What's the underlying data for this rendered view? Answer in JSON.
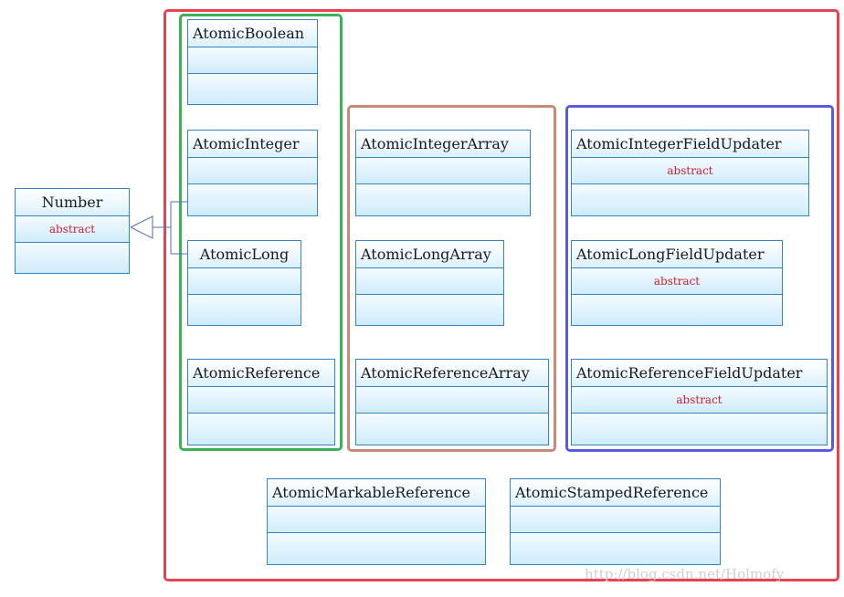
{
  "base_class": {
    "name": "Number",
    "stereotype": "abstract"
  },
  "groups": {
    "scalar": [
      "AtomicBoolean",
      "AtomicInteger",
      "AtomicLong",
      "AtomicReference"
    ],
    "arrays": [
      "AtomicIntegerArray",
      "AtomicLongArray",
      "AtomicReferenceArray"
    ],
    "field_updaters": [
      {
        "name": "AtomicIntegerFieldUpdater",
        "stereotype": "abstract"
      },
      {
        "name": "AtomicLongFieldUpdater",
        "stereotype": "abstract"
      },
      {
        "name": "AtomicReferenceFieldUpdater",
        "stereotype": "abstract"
      }
    ],
    "references": [
      "AtomicMarkableReference",
      "AtomicStampedReference"
    ]
  },
  "watermark": "http://blog.csdn.net/Holmofy",
  "colors": {
    "outer_border": "#e5434f",
    "scalar_border": "#3db15a",
    "array_border": "#c58b78",
    "updater_border": "#5a5ae0",
    "class_border": "#3385c8",
    "stereotype_text": "#cc1f2a"
  }
}
